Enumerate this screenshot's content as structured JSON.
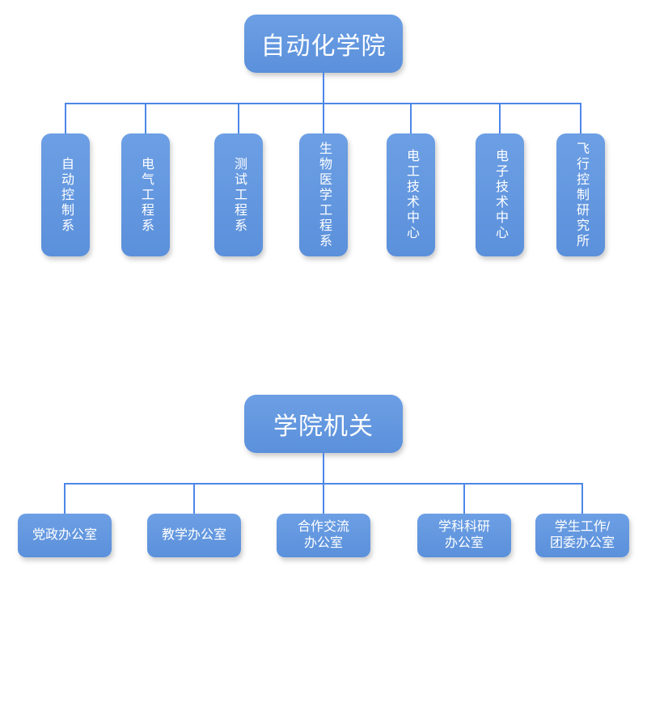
{
  "colors": {
    "box_fill_top": "#6C9FE4",
    "box_fill_bottom": "#5B90DB",
    "connector_line": "#4D87E8",
    "text": "#FFFFFF",
    "background": "#FFFFFF"
  },
  "sections": [
    {
      "root": "自动化学院",
      "children": [
        "自动控制系",
        "电气工程系",
        "测试工程系",
        "生物医学工程系",
        "电工技术中心",
        "电子技术中心",
        "飞行控制研究所"
      ]
    },
    {
      "root": "学院机关",
      "children": [
        "党政办公室",
        "教学办公室",
        "合作交流\n办公室",
        "学科科研\n办公室",
        "学生工作/\n团委办公室"
      ]
    }
  ]
}
